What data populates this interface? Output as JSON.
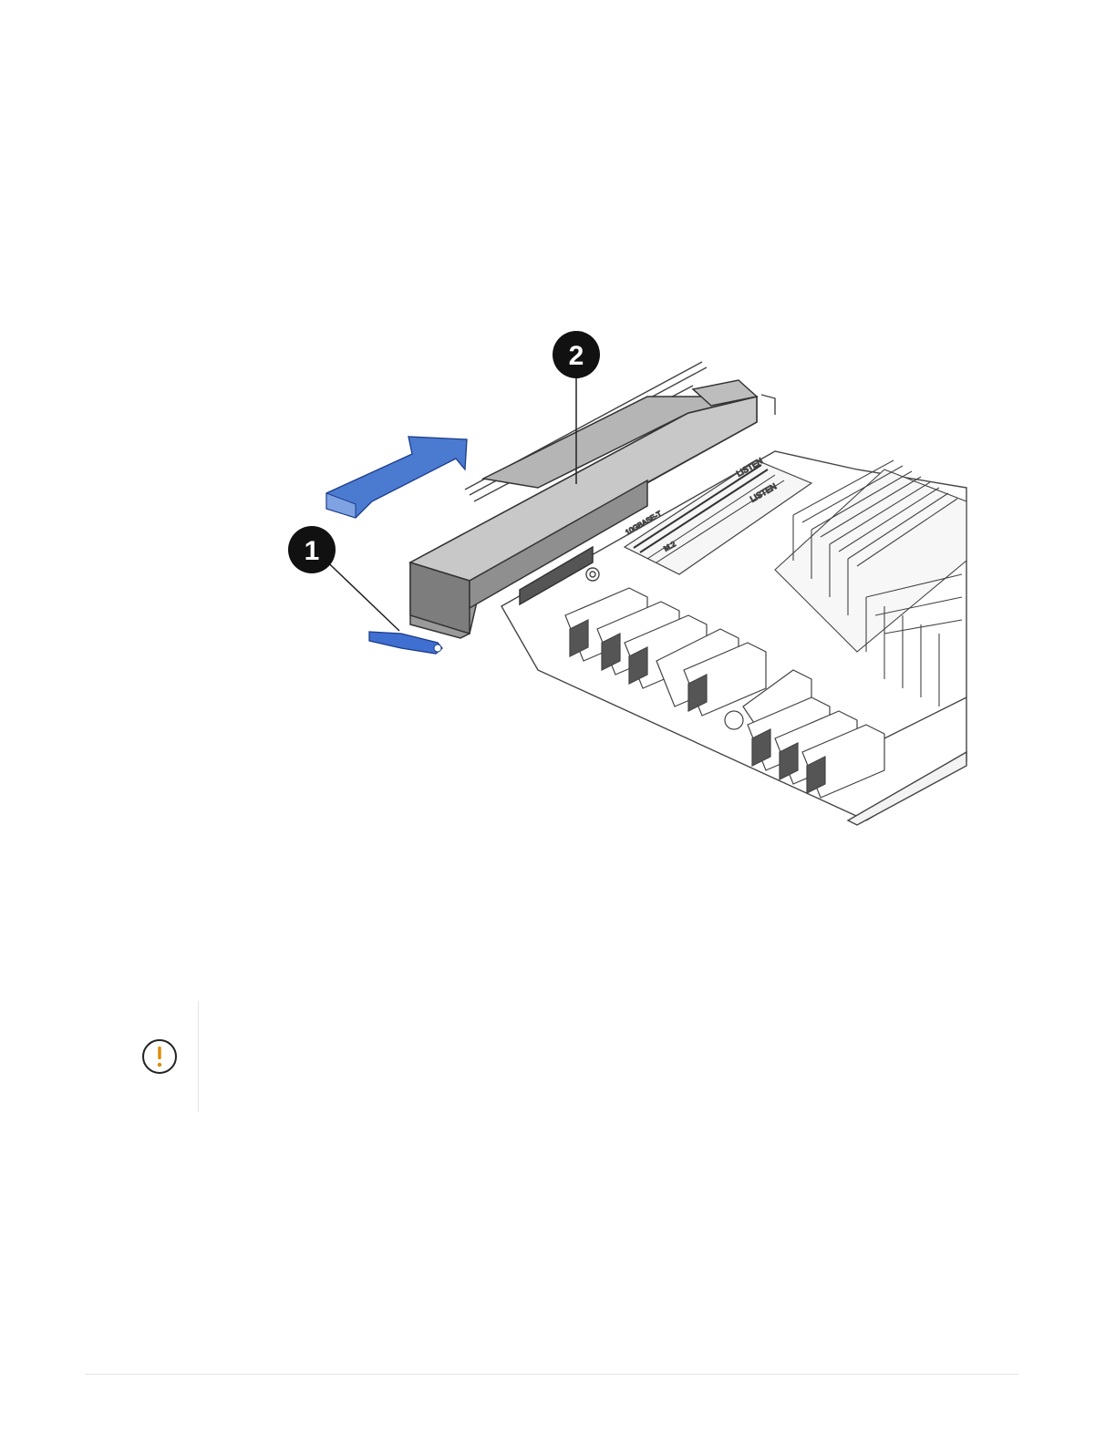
{
  "figure": {
    "callouts": [
      {
        "label": "1"
      },
      {
        "label": "2"
      }
    ],
    "arrow_color": "#4a7bd0",
    "latch_color": "#3f6fd1",
    "board_labels": [
      "LISTEN",
      "LISTEN",
      "10GBASE-T",
      "M.2"
    ]
  },
  "admonition": {
    "icon": "warning-circle-icon",
    "icon_color": "#e08a00",
    "text": ""
  }
}
